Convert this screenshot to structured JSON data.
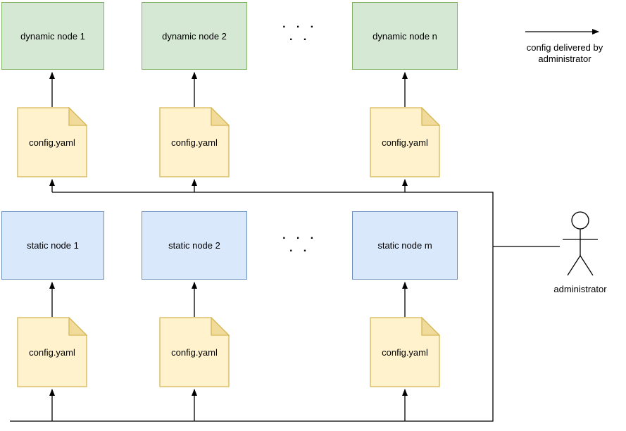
{
  "colors": {
    "background": "#ffffff",
    "line": "#000000",
    "dynamic-fill": "#d5e8d4",
    "dynamic-border": "#82b366",
    "static-fill": "#dae8fc",
    "static-border": "#6c8ebf",
    "doc-fill": "#fff2cc",
    "doc-border": "#d6b656",
    "doc-fold": "#f0db9b"
  },
  "dynamic_nodes": [
    "dynamic node 1",
    "dynamic node 2",
    "dynamic node n"
  ],
  "static_nodes": [
    "static node 1",
    "static node 2",
    "static node m"
  ],
  "config_file": {
    "label": "config.yaml"
  },
  "ellipsis": "· · · · ·",
  "legend": {
    "arrow_label": "config delivered by administrator"
  },
  "actor": {
    "label": "administrator"
  }
}
